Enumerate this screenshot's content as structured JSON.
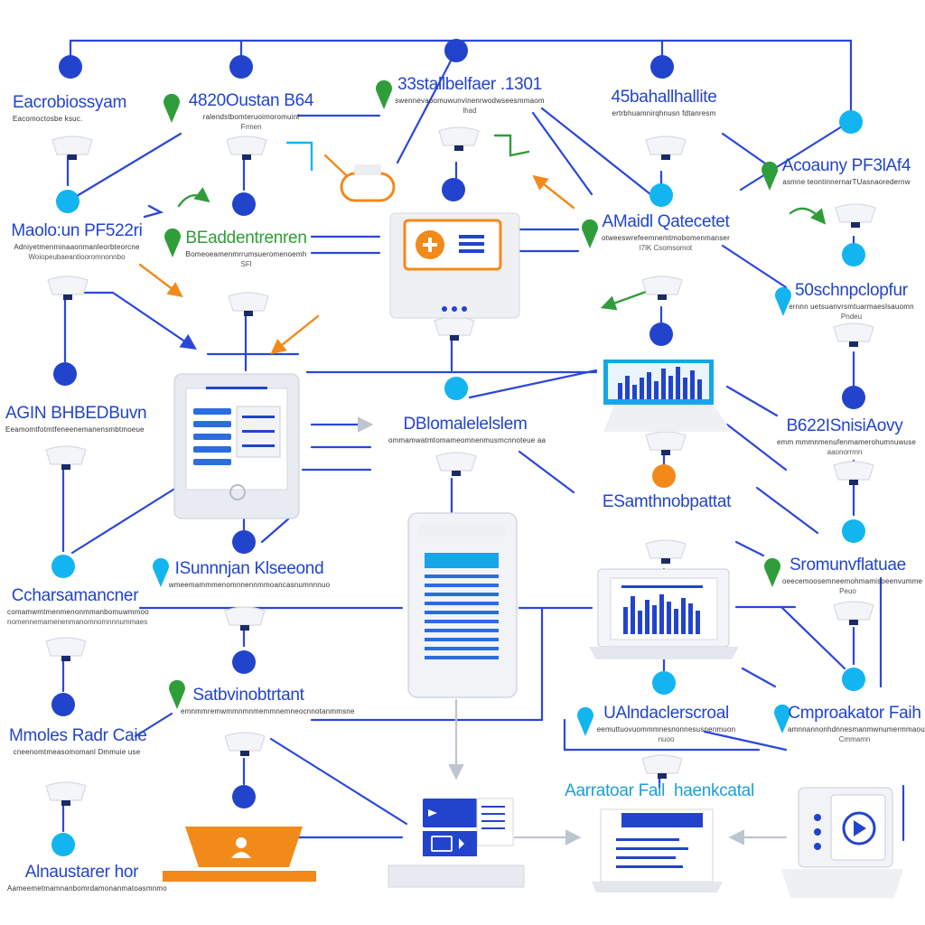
{
  "colors": {
    "line_blue": "#2b47d8",
    "node_blue": "#2244cc",
    "node_cyan": "#12b5ef",
    "accent_orange": "#f28a1a",
    "accent_green": "#2f9e3a",
    "device_gray": "#dfe3ea"
  },
  "icons": [
    "map-pin-icon",
    "curved-arrow-icon",
    "lamp-icon",
    "tablet-icon",
    "server-icon",
    "bar-chart-icon",
    "laptop-icon",
    "user-icon",
    "play-icon"
  ],
  "labels": {
    "l01": {
      "title": "Eacrobiossyam",
      "sub": "Eacomoctosbe ksuc."
    },
    "l02": {
      "title": "4820Oustan B64",
      "sub": "ralendstbomteruoimoromuinl",
      "sub2": "Frmen"
    },
    "l03": {
      "title": "33stallbelfaer .1301",
      "sub": "swennevaoomuwunvinenrwodwseesmmaom",
      "sub2": "lhad"
    },
    "l04": {
      "title": "45bahallhallite",
      "sub": "ertrbhuamnirqhnusn fdtanresm"
    },
    "l05": {
      "title": "Acoauny PF3lAf4",
      "sub": "asmne teontinnernarTUasnaoredernw"
    },
    "l06": {
      "title": "Maolo:un PF522ri",
      "sub": "Adniyetmenminaaonmanleorbteorcne",
      "sub2": "Woiopeubaeantiooromnonnbo"
    },
    "l07": {
      "title": "BEaddentrenren",
      "sub": "Bomeoeamenmrrumsueromenoemh",
      "sub2": "SFl"
    },
    "l08": {
      "title": "AMaidl Qatecetet",
      "sub": "otweeswrefeemnemtmobomenmanser",
      "sub2": "l7lK Csomsomot"
    },
    "l09": {
      "title": "50schnpclopfur",
      "sub": "ernnn uetsuanvrsmtuarmaeslsauomn",
      "sub2": "Pndeu"
    },
    "l10": {
      "title": "AGIN BHBEDBuvn",
      "sub": "Eeamomtfotmtfeneenemanensmbtmoeue"
    },
    "l11": {
      "title": "DBlomalelelslem",
      "sub": "ommamwatmtomameomnenmusmcnnoteue aa"
    },
    "l12": {
      "title": "B622ISnisiAovy",
      "sub": "emm mmmnmenufenmamerohumnuwuse",
      "sub2": "aaonorrmn"
    },
    "l13": {
      "title": "ESamthnobpattat",
      "sub": ""
    },
    "l14": {
      "title": "ISunnnjan Klseeond",
      "sub": "wmeemammmenomnnennmmoancasnumnnnuo"
    },
    "l15": {
      "title": "Sromunvflatuae",
      "sub": "oeecemoosemneemohmamisoeenvumme",
      "sub2": "Peuo"
    },
    "l16": {
      "title": "Ccharsamancner",
      "sub": "comamwmtmenmenonmmanbomuwmmoo",
      "sub2": "nomennemamenenmanomnomnnnummaes"
    },
    "l17": {
      "title": "Satbvinobtrtant",
      "sub": "emnmmremwmmnmnmemmnemneocnnotanmmsne"
    },
    "l18": {
      "title": "UAlndaclerscroal",
      "sub": "eemuttuovuommmnesnonnesusnenmuon",
      "sub2": "nuoo"
    },
    "l19": {
      "title": "Mmoles Radr Caie",
      "sub": "cneenomtmeasomomanl Dmmuie use"
    },
    "l20": {
      "title": "Cmproakator Faih",
      "sub": "amnnannonhdnnesmanmwnumermmaouermm",
      "sub2": "Cmmamn"
    },
    "l21": {
      "title": "Aarratoar Fail  haenkcatal",
      "sub": ""
    },
    "l22": {
      "title": "Alnaustarer hor",
      "sub": "Aameemetmamnanbomrdamonanmatoasmnmo"
    }
  }
}
